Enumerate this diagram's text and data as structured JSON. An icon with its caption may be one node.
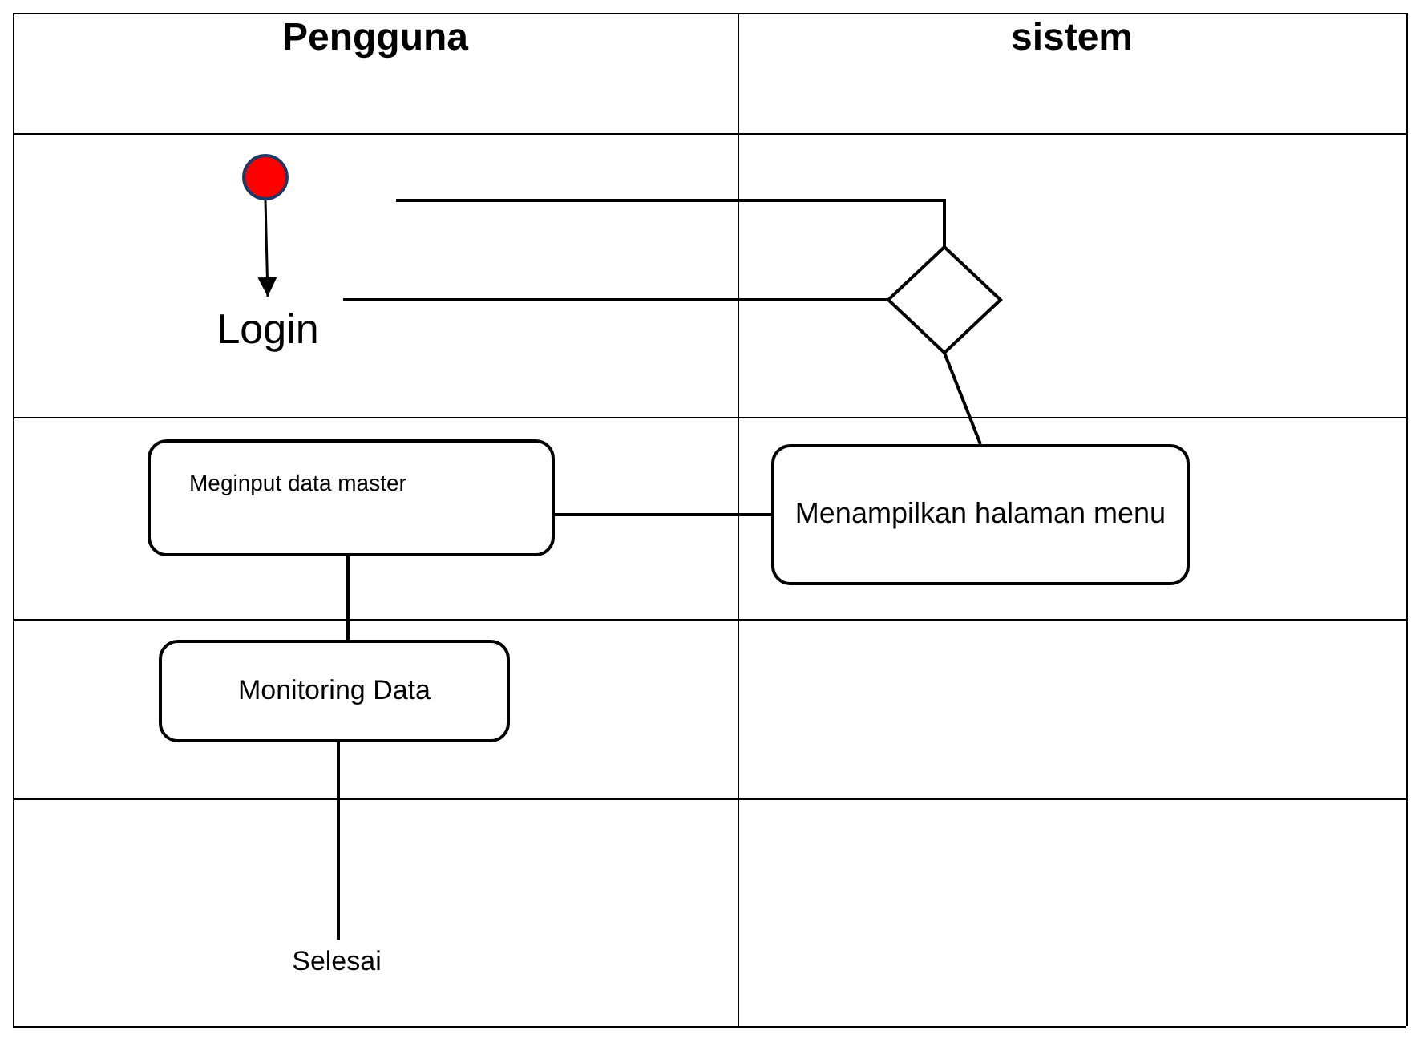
{
  "diagram": {
    "nodes": [
      {
        "text": [],
        "shape": "circle"
      },
      {
        "text": [
          "Login"
        ]
      },
      {
        "text": [],
        "shape": "diamond"
      },
      {
        "text": [
          "Meginput data master"
        ]
      },
      {
        "text": [
          "Menampilkan halaman menu"
        ]
      },
      {
        "text": [
          "Monitoring Data"
        ]
      },
      {
        "text": [
          "Selesai"
        ]
      }
    ],
    "edges": [
      {
        "from": 0,
        "to": 1,
        "arrow": "to"
      },
      {
        "from": null,
        "to": 2,
        "arrow": "none"
      },
      {
        "from": 1,
        "to": 2,
        "arrow": "none"
      },
      {
        "from": 2,
        "to": 4,
        "arrow": "none"
      },
      {
        "from": 4,
        "to": 3,
        "arrow": "none"
      },
      {
        "from": 3,
        "to": 5,
        "arrow": "none"
      },
      {
        "from": 5,
        "to": 6,
        "arrow": "none"
      }
    ],
    "labels": [
      "Pengguna",
      "sistem"
    ]
  }
}
